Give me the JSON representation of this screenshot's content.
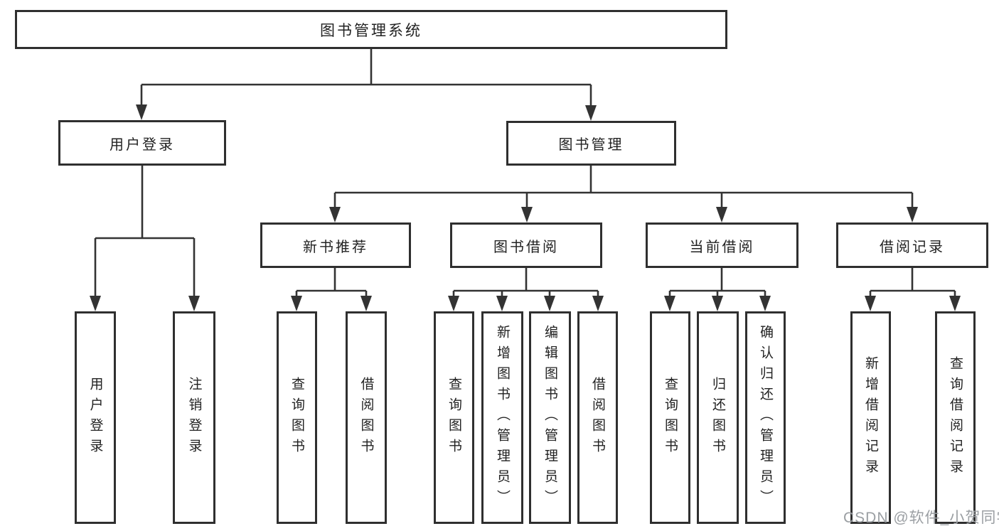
{
  "diagram": {
    "title": "图书管理系统",
    "branches": [
      {
        "label": "用户登录",
        "children": [
          "用户登录",
          "注销登录"
        ]
      },
      {
        "label": "图书管理",
        "sections": [
          {
            "label": "新书推荐",
            "children": [
              "查询图书",
              "借阅图书"
            ]
          },
          {
            "label": "图书借阅",
            "children": [
              "查询图书",
              "新增图书（管理员）",
              "编辑图书（管理员）",
              "借阅图书"
            ]
          },
          {
            "label": "当前借阅",
            "children": [
              "查询图书",
              "归还图书",
              "确认归还（管理员）"
            ]
          },
          {
            "label": "借阅记录",
            "children": [
              "新增借阅记录",
              "查询借阅记录"
            ]
          }
        ]
      }
    ]
  },
  "watermark": "CSDN @软件_小贺同学",
  "colors": {
    "line": "#333333",
    "box_border": "#2f2f2f",
    "text": "#222222",
    "watermark": "#9b9fa3",
    "background": "#ffffff"
  }
}
